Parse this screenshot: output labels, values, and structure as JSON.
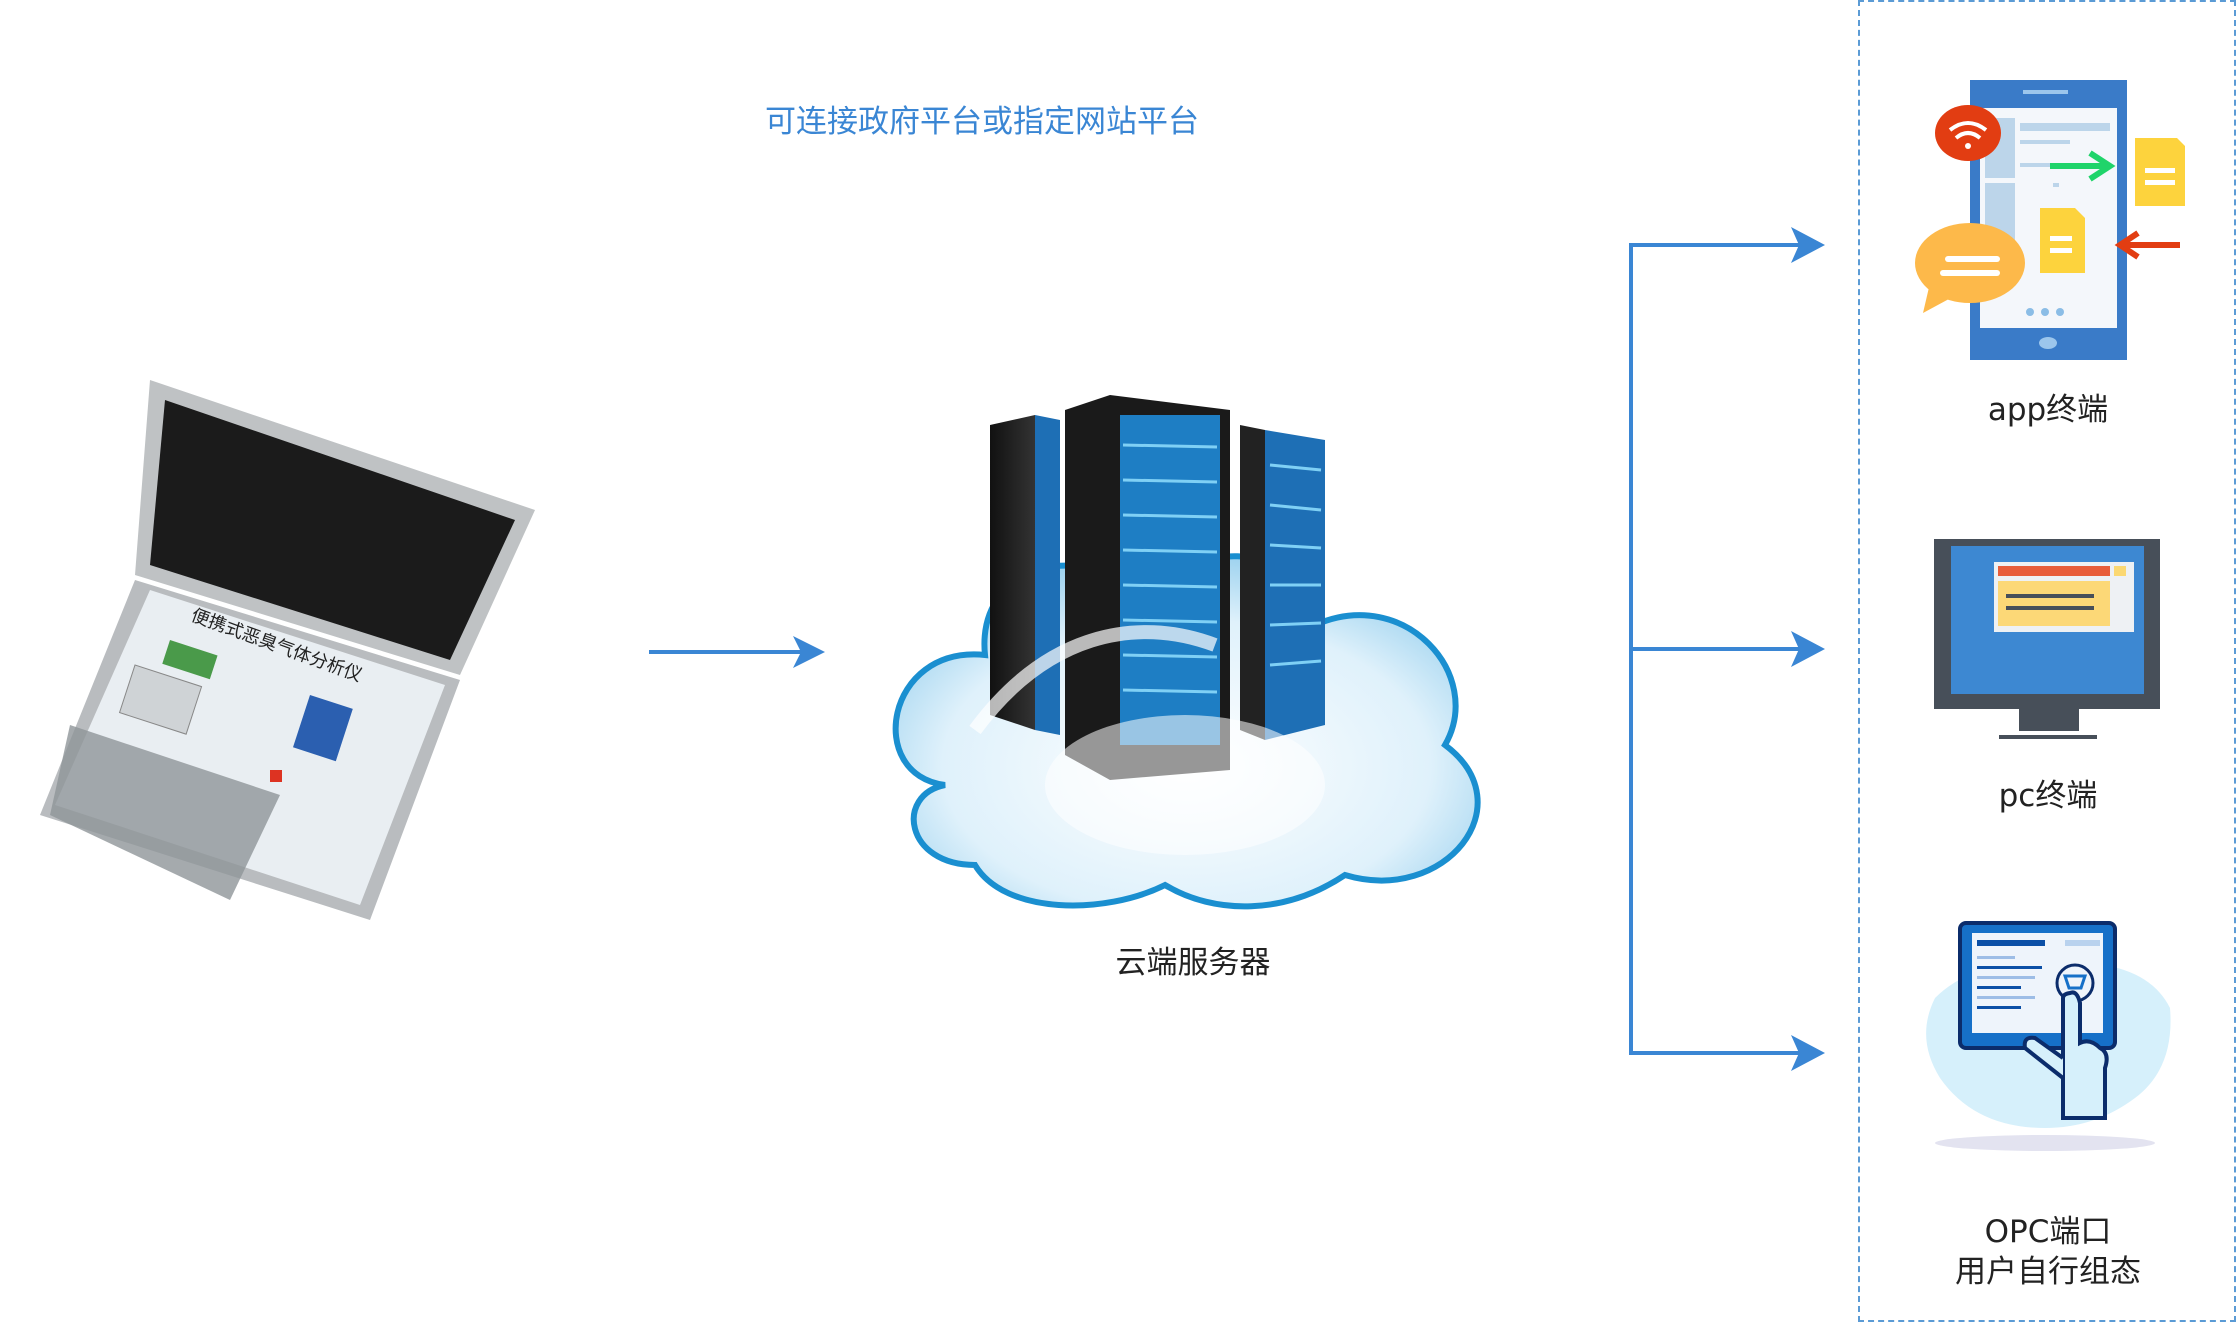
{
  "top_note": "可连接政府平台或指定网站平台",
  "device": {
    "label_on_device": "便携式恶臭气体分析仪"
  },
  "server": {
    "label": "云端服务器"
  },
  "terminals": [
    {
      "label": "app终端"
    },
    {
      "label": "pc终端"
    },
    {
      "label_line1": "OPC端口",
      "label_line2": "用户自行组态"
    }
  ],
  "colors": {
    "accent": "#3a86d4",
    "arrow": "#3a86d4",
    "panel_border": "#5b9bd5"
  }
}
